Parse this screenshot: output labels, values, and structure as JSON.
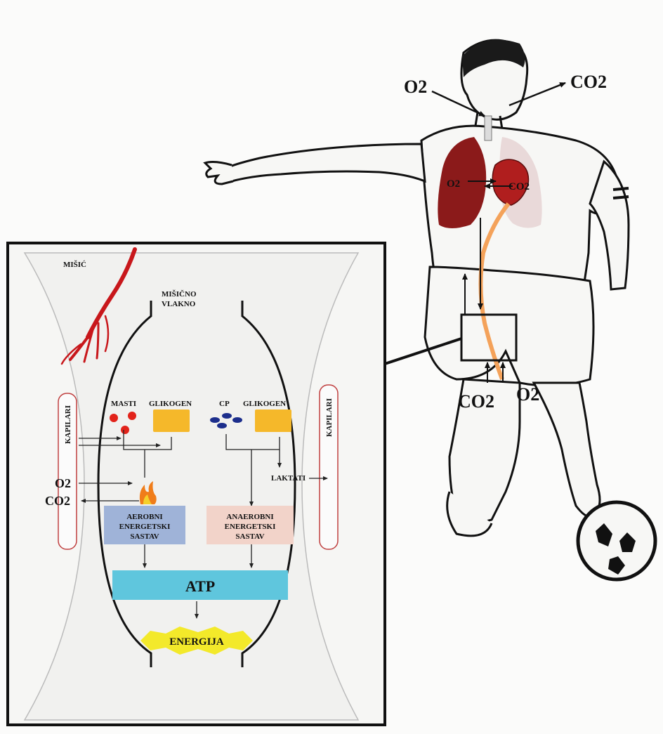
{
  "colors": {
    "artery": "#c8171b",
    "aerobic_box": "#9fb3d8",
    "anaerobic_box": "#f2d3c9",
    "atp_box": "#5fc6dd",
    "energy_burst": "#f3e92a",
    "lung": "#8b1a1a",
    "blood_path": "#f4a25a",
    "fat": "#e2231a",
    "glycogen": "#f5b82a",
    "cp": "#1c2e8c"
  },
  "icons": [
    "player-figure",
    "lungs-icon",
    "heart-icon",
    "flame-icon",
    "ball-icon",
    "fat-molecules-icon",
    "glycogen-grid-icon",
    "cp-molecules-icon"
  ],
  "player": {
    "o2_in": "O2",
    "co2_out": "CO2",
    "heart_o2": "O2",
    "heart_co2": "CO2",
    "leg_co2": "CO2",
    "leg_o2": "O2"
  },
  "muscle": {
    "misic": "MIŠIĆ",
    "vlakno_line1": "MIŠIČNO",
    "vlakno_line2": "VLAKNO",
    "kapilari_left": "KAPILARI",
    "kapilari_right": "KAPILARI",
    "masti": "MASTI",
    "glikogen_left": "GLIKOGEN",
    "cp": "CP",
    "glikogen_right": "GLIKOGEN",
    "laktati": "LAKTATI",
    "o2": "O2",
    "co2": "CO2",
    "aerobni_line1": "AEROBNI",
    "aerobni_line2": "ENERGETSKI",
    "aerobni_line3": "SASTAV",
    "anaerobni_line1": "ANAEROBNI",
    "anaerobni_line2": "ENERGETSKI",
    "anaerobni_line3": "SASTAV",
    "atp": "ATP",
    "energija": "ENERGIJA"
  }
}
